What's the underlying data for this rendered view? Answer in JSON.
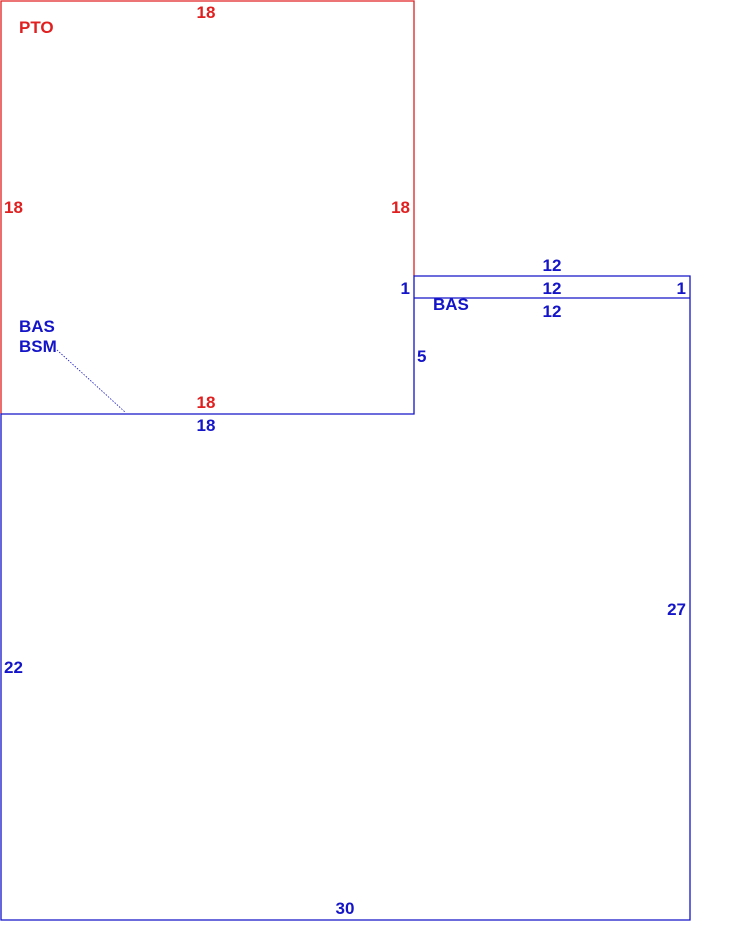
{
  "colors": {
    "pto": "#e02020",
    "bas": "#1414c8"
  },
  "pto": {
    "name": "PTO",
    "top": "18",
    "left": "18",
    "right": "18",
    "bottom": "18"
  },
  "bas_strip": {
    "name": "BAS",
    "top": "12",
    "middle": "12",
    "bottom": "12",
    "left": "1",
    "right": "1"
  },
  "main": {
    "name_bas": "BAS",
    "name_bsm": "BSM",
    "top_left": "18",
    "step": "5",
    "left": "22",
    "right": "27",
    "bottom": "30"
  }
}
